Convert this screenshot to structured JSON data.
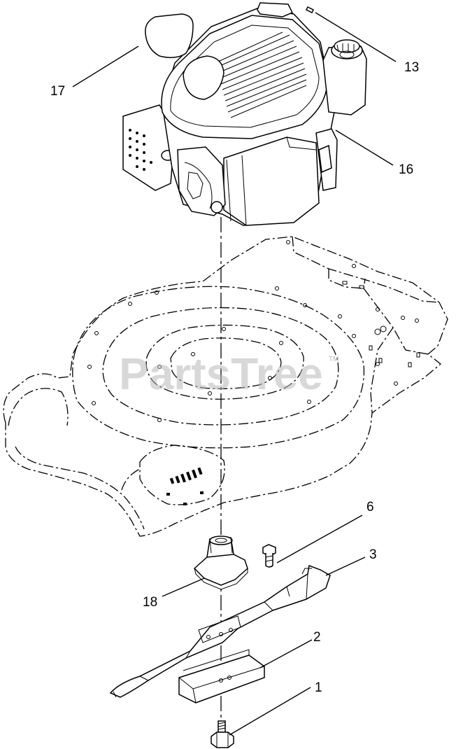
{
  "watermark": {
    "text": "PartsTree",
    "tm": "TM"
  },
  "callouts": [
    {
      "id": "c13",
      "label": "13"
    },
    {
      "id": "c17",
      "label": "17"
    },
    {
      "id": "c16",
      "label": "16"
    },
    {
      "id": "c6",
      "label": "6"
    },
    {
      "id": "c3",
      "label": "3"
    },
    {
      "id": "c18",
      "label": "18"
    },
    {
      "id": "c2",
      "label": "2"
    },
    {
      "id": "c1",
      "label": "1"
    }
  ]
}
